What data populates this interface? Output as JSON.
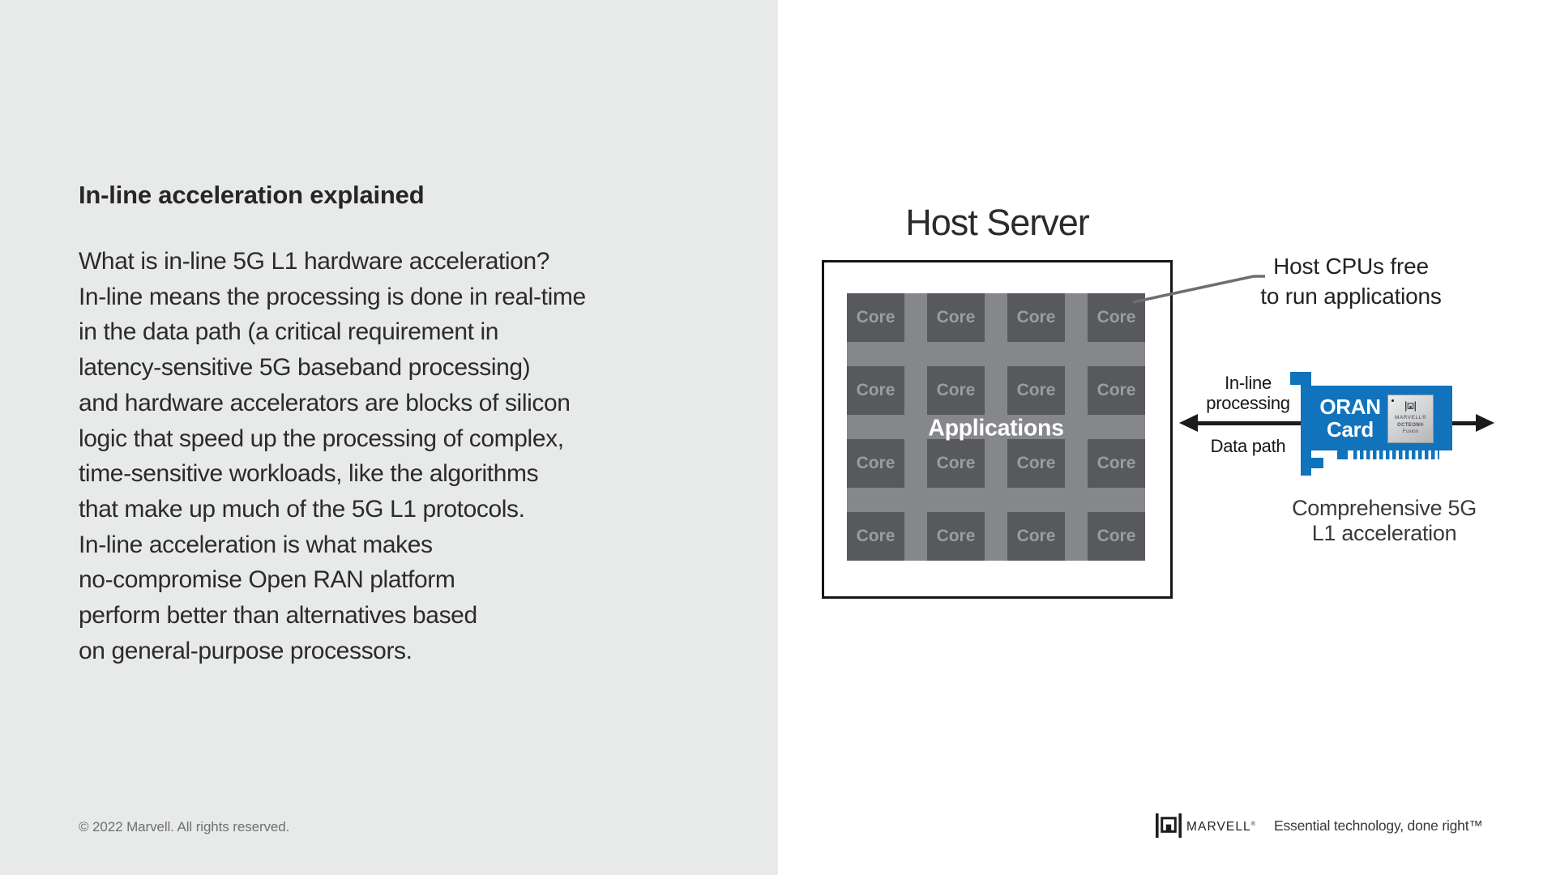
{
  "left_panel": {
    "heading": "In-line acceleration explained",
    "body": "What is in-line 5G L1 hardware acceleration?\nIn-line means the processing is done in real-time\nin the data path (a critical requirement in\nlatency-sensitive 5G baseband processing)\nand hardware accelerators are blocks of silicon\nlogic that speed up the processing of complex,\ntime-sensitive workloads, like the algorithms\nthat make up much of the 5G L1 protocols.\nIn-line acceleration is what makes\nno-compromise Open RAN platform\nperform better than alternatives based\non general-purpose processors.",
    "copyright": "© 2022 Marvell. All rights reserved."
  },
  "diagram": {
    "host_server_title": "Host Server",
    "core_label": "Core",
    "applications_label": "Applications",
    "cpu_annotation": "Host CPUs free\nto run applications",
    "inline_processing_label": "In-line\nprocessing",
    "data_path_label": "Data path",
    "oran_card_label": "ORAN\nCard",
    "chip": {
      "brand": "MARVELL®",
      "product": "OCTEON®",
      "family": "Fusion"
    },
    "caption": "Comprehensive 5G\nL1 acceleration"
  },
  "footer": {
    "wordmark": "MARVELL",
    "wordmark_mark": "®",
    "tagline": "Essential technology, done right™"
  },
  "colors": {
    "card-blue": "#1173bc",
    "left-panel-bg": "#e8e9e9",
    "grid-bg": "#85878a",
    "core-tile": "#58595c",
    "core-text": "#9a9c9f",
    "ink": "#1d1d1f",
    "body-text": "#2b2b2b",
    "muted": "#6f7072",
    "line-gray": "#6d6e71"
  }
}
